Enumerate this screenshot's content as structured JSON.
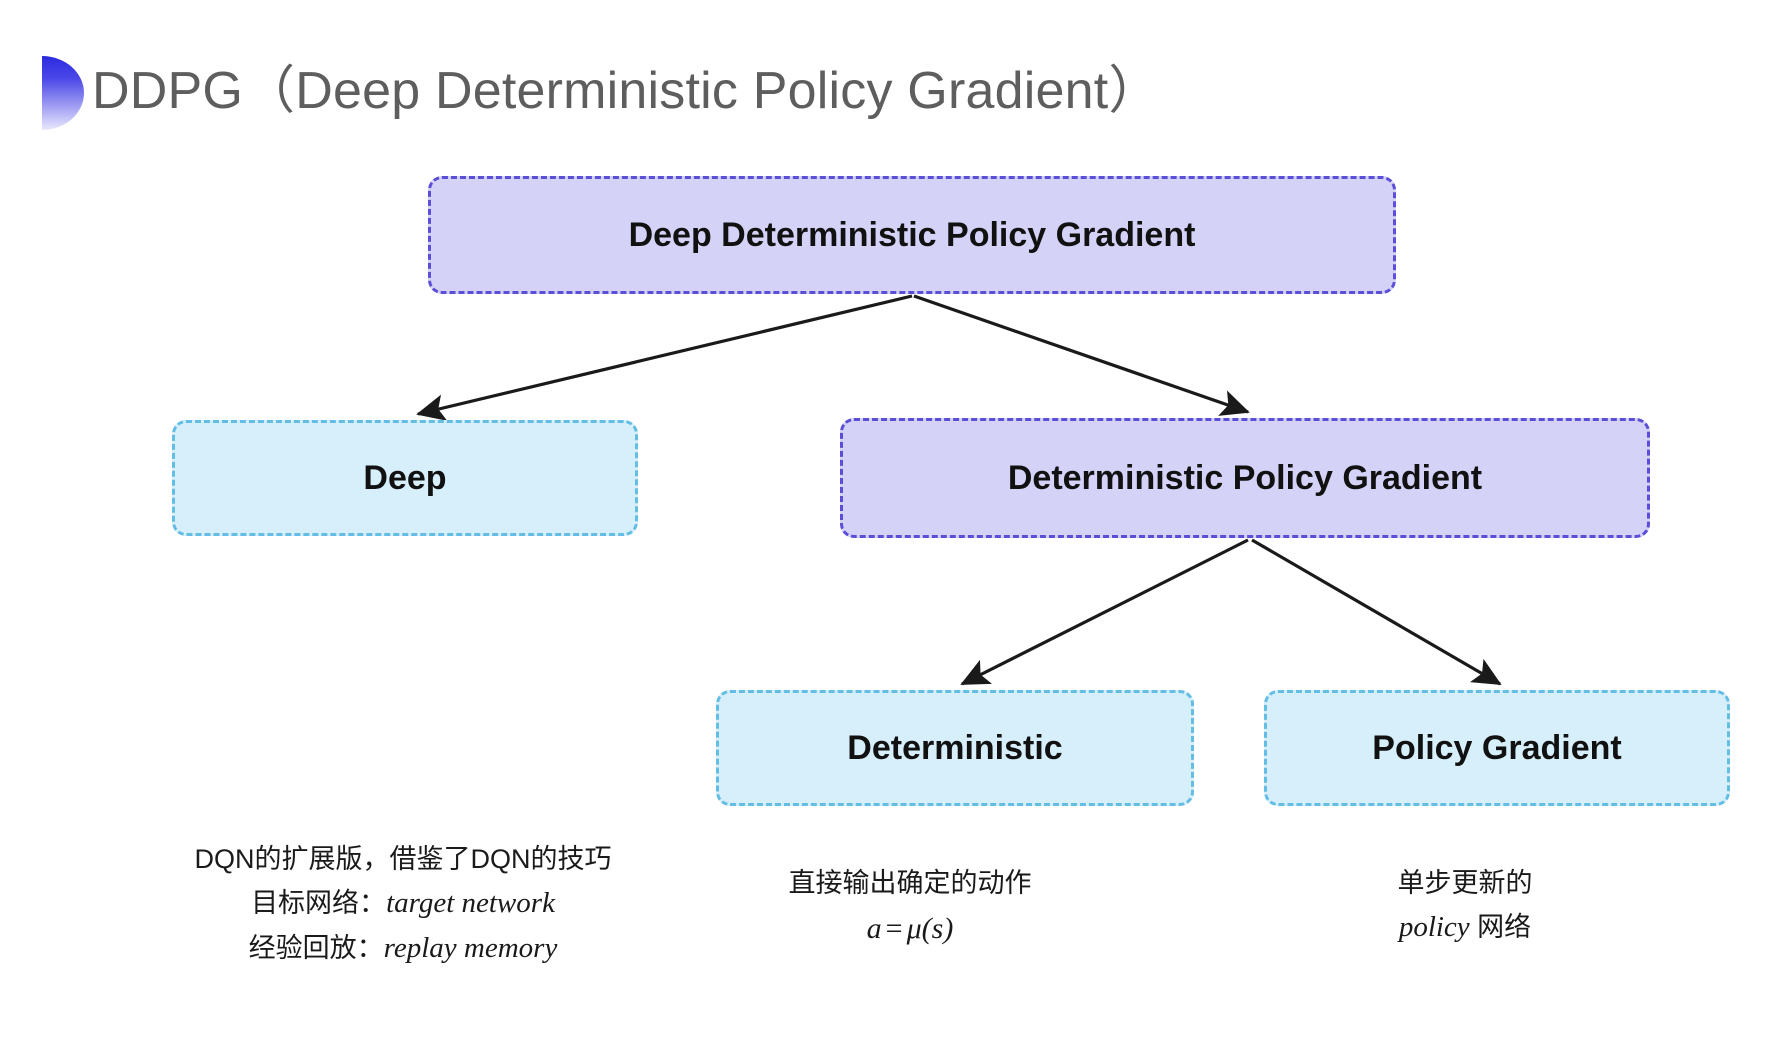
{
  "slide": {
    "title": "DDPG（Deep Deterministic Policy Gradient）",
    "background_color": "#ffffff",
    "accent_color": "#2b2be0"
  },
  "palette": {
    "purple_fill": "#d5d2f8",
    "purple_border": "#5a4fd6",
    "blue_fill": "#d7effb",
    "blue_border": "#63bde4",
    "arrow_color": "#1a1a1a",
    "title_color": "#5e5e5e"
  },
  "diagram": {
    "type": "tree",
    "nodes": [
      {
        "id": "root",
        "label": "Deep Deterministic Policy Gradient",
        "style": "purple"
      },
      {
        "id": "deep",
        "label": "Deep",
        "style": "blue"
      },
      {
        "id": "dpg",
        "label": "Deterministic Policy Gradient",
        "style": "purple"
      },
      {
        "id": "det",
        "label": "Deterministic",
        "style": "blue"
      },
      {
        "id": "pg",
        "label": "Policy Gradient",
        "style": "blue"
      }
    ],
    "edges": [
      {
        "from": "root",
        "to": "deep"
      },
      {
        "from": "root",
        "to": "dpg"
      },
      {
        "from": "dpg",
        "to": "det"
      },
      {
        "from": "dpg",
        "to": "pg"
      }
    ]
  },
  "captions": {
    "deep": {
      "line1": "DQN的扩展版，借鉴了DQN的技巧",
      "line2_label": "目标网络：",
      "line2_term": "target network",
      "line3_label": "经验回放：",
      "line3_term": "replay memory"
    },
    "deterministic": {
      "line1": "直接输出确定的动作",
      "formula_lhs": "a",
      "formula_op": "=",
      "formula_rhs": "μ(s)"
    },
    "policy_gradient": {
      "line1": "单步更新的",
      "line2_term": "policy",
      "line2_suffix": " 网络"
    }
  }
}
